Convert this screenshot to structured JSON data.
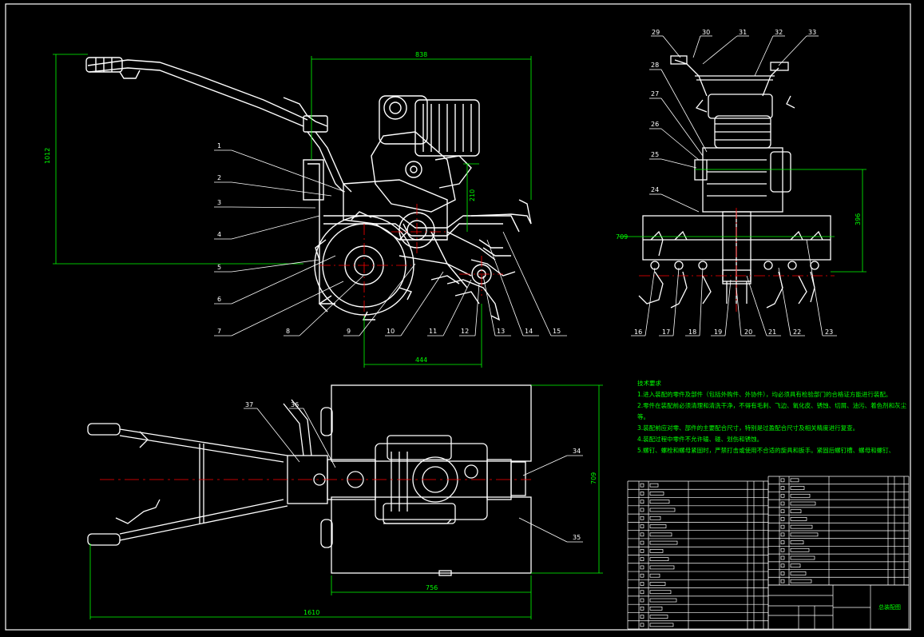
{
  "drawing": {
    "background": "#000000",
    "line_color": "#ffffff",
    "dimension_color": "#00ff00",
    "centerline_color": "#ff0000"
  },
  "side_view": {
    "dims": {
      "height": "1012",
      "length_top": "838",
      "offset": "210",
      "bottom": "444"
    },
    "part_numbers": [
      "1",
      "2",
      "3",
      "4",
      "5",
      "6",
      "7",
      "8",
      "9",
      "10",
      "11",
      "12",
      "13",
      "14",
      "15"
    ]
  },
  "front_view": {
    "dims": {
      "width": "709",
      "height": "396"
    },
    "part_numbers_top": [
      "29",
      "30",
      "31",
      "32",
      "33"
    ],
    "part_numbers_left": [
      "28",
      "27",
      "26",
      "25",
      "24"
    ],
    "part_numbers_bottom": [
      "16",
      "17",
      "18",
      "19",
      "20",
      "21",
      "22",
      "23"
    ]
  },
  "top_view": {
    "dims": {
      "length": "1610",
      "width_right": "709",
      "width_bottom": "756"
    },
    "part_numbers": [
      "37",
      "36",
      "34",
      "35"
    ]
  },
  "notes": {
    "title": "技术要求",
    "lines": [
      "1.进入装配的零件及部件（包括外购件、外协件），均必须具有检验部门的合格证方能进行装配。",
      "2.零件在装配前必须清理和清洗干净，不得有毛刺、飞边、氧化皮、锈蚀、切屑、油污、着色剂和灰尘",
      "等。",
      "3.装配前应对零、部件的主要配合尺寸，特别是过盈配合尺寸及相关精度进行复查。",
      "4.装配过程中零件不允许磕、碰、划伤和锈蚀。",
      "5.螺钉、螺栓和螺母紧固时，严禁打击或使用不合适的旋具和扳手。紧固后螺钉槽、螺母和螺钉、"
    ]
  },
  "title_block": {
    "drawing_name": "总装配图"
  }
}
